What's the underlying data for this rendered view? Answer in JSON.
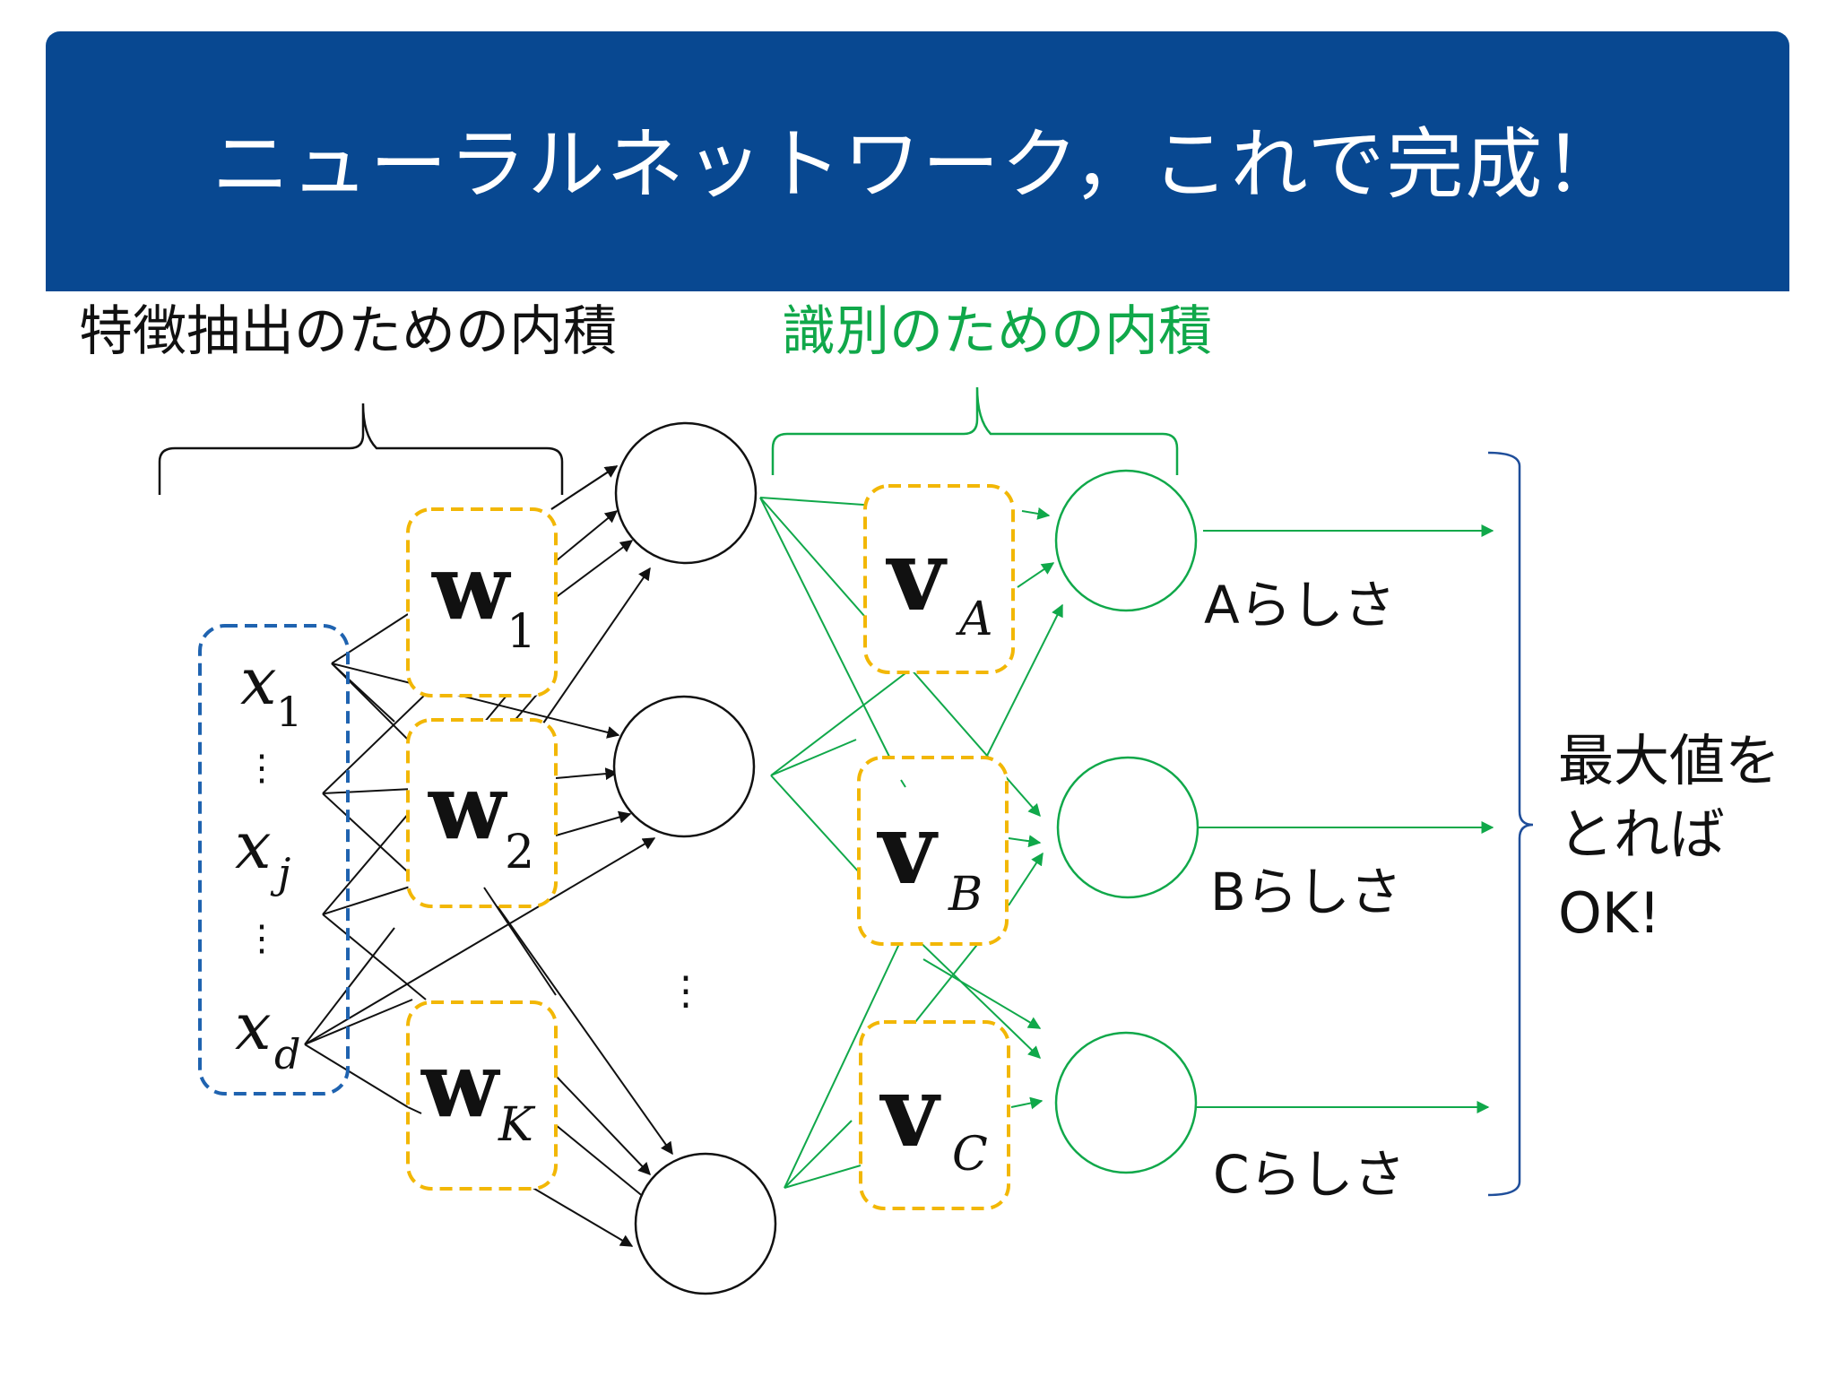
{
  "title": "ニューラルネットワーク，これで完成！",
  "labels": {
    "feature_inner_product": "特徴抽出のための内積",
    "classify_inner_product": "識別のための内積",
    "conclusion_line1": "最大値を",
    "conclusion_line2": "とれば",
    "conclusion_line3": "OK!"
  },
  "inputs": [
    {
      "base": "x",
      "sub": "1"
    },
    {
      "base": "x",
      "sub": "j"
    },
    {
      "base": "x",
      "sub": "d"
    }
  ],
  "ellipsis": "⋮",
  "feature_weights": [
    {
      "base": "w",
      "sub": "1"
    },
    {
      "base": "w",
      "sub": "2"
    },
    {
      "base": "w",
      "sub": "K"
    }
  ],
  "class_weights": [
    {
      "base": "v",
      "sub": "A"
    },
    {
      "base": "v",
      "sub": "B"
    },
    {
      "base": "v",
      "sub": "C"
    }
  ],
  "outputs": [
    "Aらしさ",
    "Bらしさ",
    "Cらしさ"
  ],
  "colors": {
    "header": "#084891",
    "black": "#111111",
    "green": "#10a84a",
    "input_box": "#1f63b0",
    "weight_box": "#f2b705",
    "brace_blue": "#1f4e9a"
  }
}
